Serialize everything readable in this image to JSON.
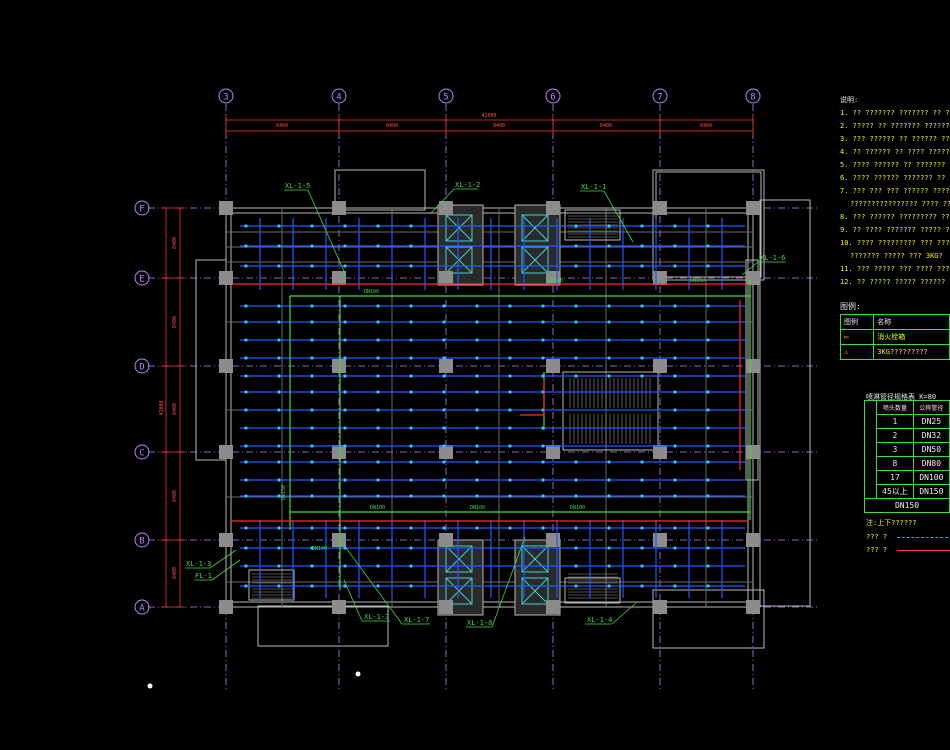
{
  "axes": {
    "columns": [
      "3",
      "4",
      "5",
      "6",
      "7",
      "8"
    ],
    "rows": [
      "F",
      "E",
      "D",
      "C",
      "B",
      "A"
    ]
  },
  "dimensions": {
    "top": [
      "8400",
      "8400",
      "8400",
      "8400",
      "8400"
    ],
    "left": [
      "8400",
      "8400",
      "8400",
      "8400",
      "8400"
    ],
    "total_top": "42000",
    "total_left": "42000"
  },
  "pipe_labels": {
    "xl15": "XL-1-5",
    "xl12": "XL-1-2",
    "xl11": "XL-1-1",
    "xl16": "XL-1-6",
    "xl13a": "XL-1-3",
    "fl1": "FL-1",
    "xl13": "XL-1-3",
    "xl17": "XL-1-7",
    "xl18": "XL-1-8",
    "xl14": "XL-1-4",
    "dn1": "DN100",
    "dn2": "DN100",
    "dn3": "DN100",
    "dn4": "DN100",
    "dn5": "DN100",
    "dn6": "DN100",
    "dn7": "DN100",
    "dn8": "DN150"
  },
  "notes": {
    "title": "说明:",
    "lines": [
      "1. ?? ??????? ??????? ?? ??????",
      "2. ????? ?? ??????? ??????? ??? ??",
      "3. ??? ?????? ?? ?????? ?? ?????",
      "4. ?? ?????? ?? ???? ??????? ?? ??",
      "5. ???? ?????? ?? ??????? ????? ??",
      "6. ???? ?????? ??????? ?? ?????? ???",
      "7. ??? ??? ??? ?????? ???? ???",
      "   ???????????????? ???? ?????",
      "8. ??? ?????? ????????? ??? ??? ???",
      "9. ?? ???? ??????? ????? ????? ????",
      "10. ???? ????????? ??? ??? ?? ??",
      "    ??????? ????? ??? 3KG?",
      "11. ??? ????? ??? ???? ??? ?? ???",
      "12. ?? ????? ????? ?????? ??? ??"
    ]
  },
  "legend": {
    "title": "图例:",
    "header": [
      "图例",
      "名称"
    ],
    "rows": [
      {
        "symbol": "▭",
        "name": "消火栓箱"
      },
      {
        "symbol": "⚠",
        "name": "3KG?????????"
      }
    ]
  },
  "pipe_sizes": {
    "title": "喷淋管径规格表 K=80",
    "header": [
      "",
      "喷头数量",
      "公称管径"
    ],
    "rows": [
      {
        "n": "1",
        "dn": "DN25"
      },
      {
        "n": "2",
        "dn": "DN32"
      },
      {
        "n": "3",
        "dn": "DN50"
      },
      {
        "n": "8",
        "dn": "DN80"
      },
      {
        "n": "17",
        "dn": "DN100"
      },
      {
        "n": "45以上",
        "dn": "DN150"
      }
    ],
    "last": "DN150",
    "footnote": "注:上下??????"
  },
  "line_key": [
    {
      "name": "??? ?",
      "code": "ZP",
      "color": "#2aa0ff"
    },
    {
      "name": "??? ?",
      "code": "X",
      "color": "#ff3b3b"
    }
  ],
  "colors": {
    "axis": "#c080ff",
    "wall": "#b8b8b8",
    "sprinkler": "#1e5bff",
    "hydrant": "#ff2a2a",
    "label": "#3ddc3d",
    "dimension": "#ff3030"
  }
}
